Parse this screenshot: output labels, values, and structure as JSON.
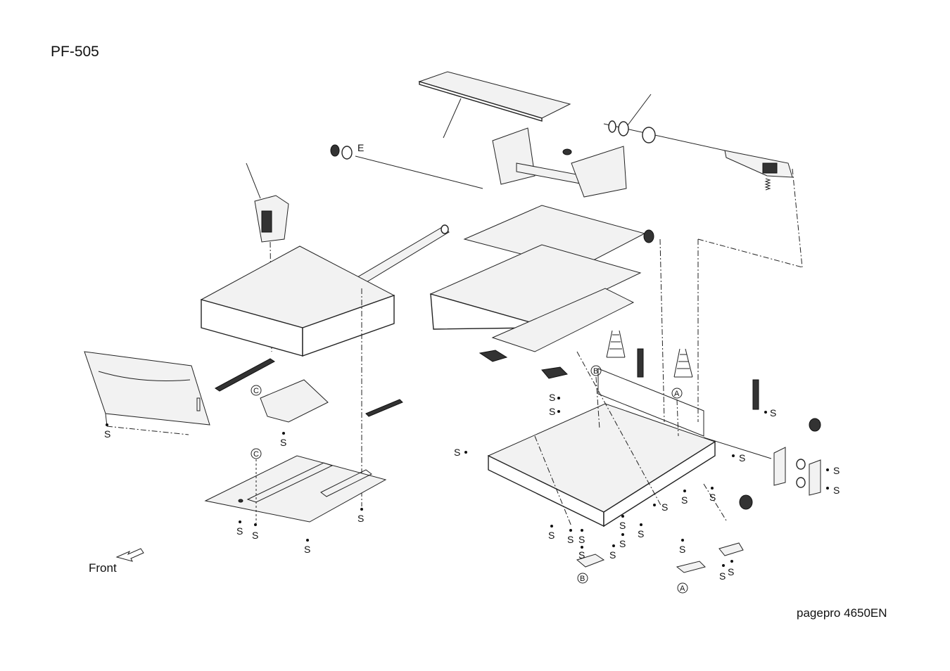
{
  "page": {
    "title": "PF-505",
    "footer": "pagepro 4650EN",
    "front_label": "Front"
  },
  "labels": {
    "screw": "S",
    "e_ring": "E",
    "ref_a": "A",
    "ref_b": "B",
    "ref_c": "C"
  }
}
